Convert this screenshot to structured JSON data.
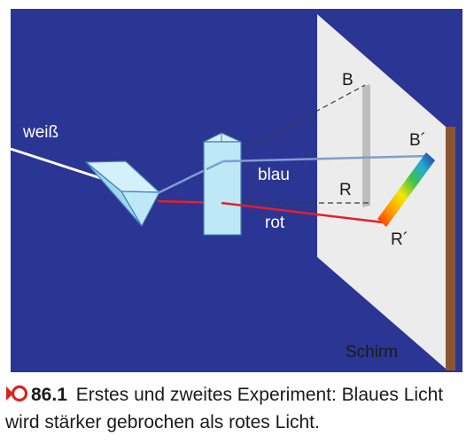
{
  "figure": {
    "labels": {
      "white": "weiß",
      "blue": "blau",
      "red": "rot",
      "b_point": "B",
      "r_point": "R",
      "b_prime": "B´",
      "r_prime": "R´",
      "screen": "Schirm"
    },
    "colors": {
      "background": "#2b3593",
      "screen": "#ececec",
      "screen_edge": "#8a5632",
      "prism": "#bfe8f7",
      "ray_white": "#ffffff",
      "ray_blue": "#7f9ed1",
      "ray_red": "#e32127",
      "accent": "#d7261e"
    }
  },
  "caption": {
    "number": "86.1",
    "text": "Erstes und zweites Experiment: Blaues Licht wird stärker gebrochen als rotes Licht."
  }
}
